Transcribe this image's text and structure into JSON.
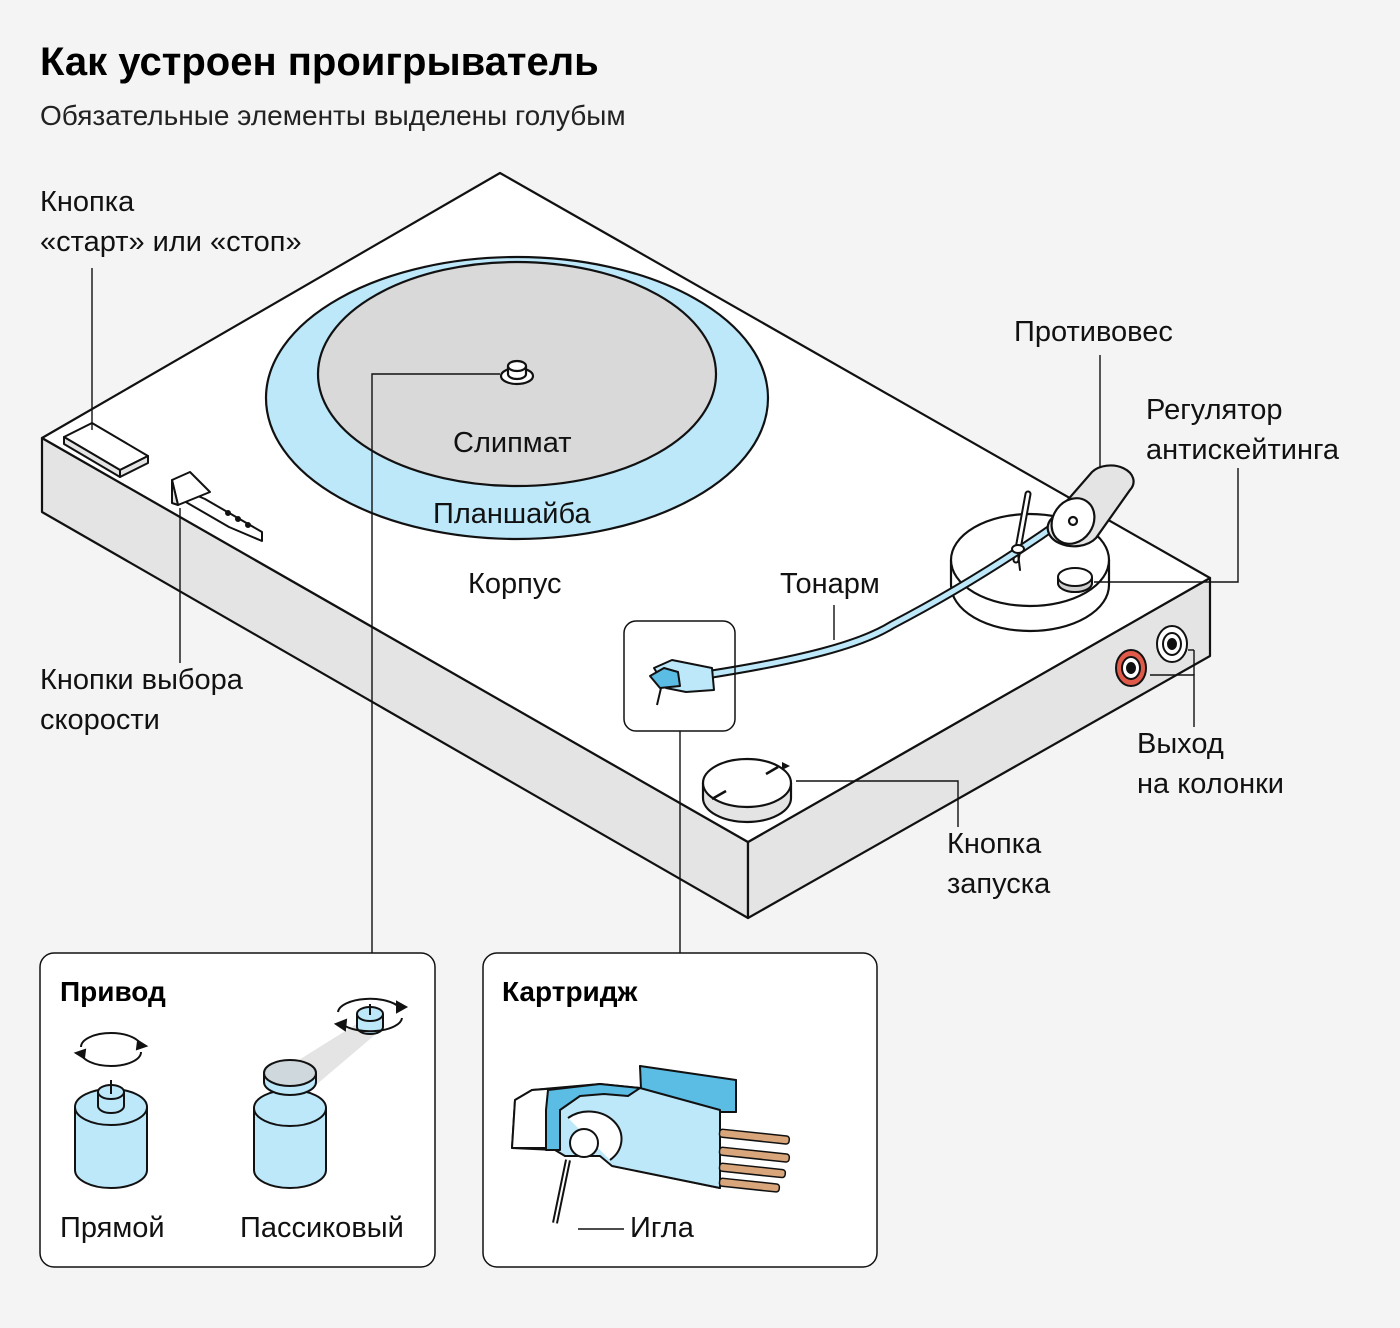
{
  "header": {
    "title": "Как устроен проигрыватель",
    "subtitle": "Обязательные элементы выделены голубым"
  },
  "labels": {
    "start_stop_1": "Кнопка",
    "start_stop_2": "«старт» или «стоп»",
    "speed_1": "Кнопки выбора",
    "speed_2": "скорости",
    "slipmat": "Слипмат",
    "platter": "Планшайба",
    "body": "Корпус",
    "tonearm": "Тонарм",
    "counterweight": "Противовес",
    "antiskating_1": "Регулятор",
    "antiskating_2": "антискейтинга",
    "output_1": "Выход",
    "output_2": "на колонки",
    "launch_1": "Кнопка",
    "launch_2": "запуска"
  },
  "drive_box": {
    "title": "Привод",
    "direct": "Прямой",
    "belt": "Пассиковый"
  },
  "cartridge_box": {
    "title": "Картридж",
    "needle": "Игла"
  },
  "colors": {
    "highlight": "#bde8fa",
    "highlight_dark": "#5bbce4",
    "slipmat": "#d9d9d9",
    "body_top": "#ffffff",
    "body_side": "#e4e4e4",
    "output_red": "#e05a4a",
    "pins": "#d9a57a"
  }
}
